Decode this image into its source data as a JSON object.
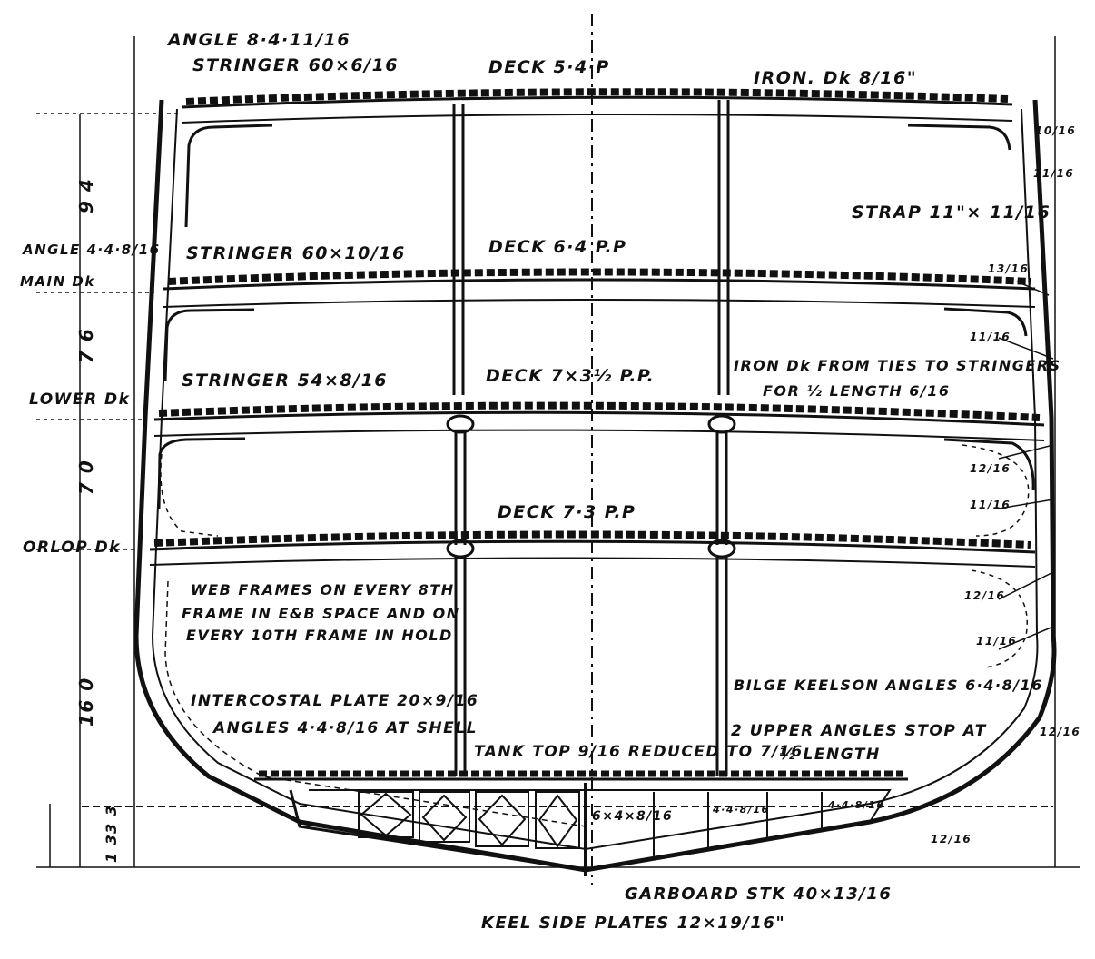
{
  "labels": {
    "angle_top": "ANGLE 8·4·11/16",
    "stringer_upper": "STRINGER 60×6/16",
    "deck_upper": "DECK 5·4·P",
    "iron_deck": "IRON. Dk 8/16\"",
    "strap": "STRAP 11\"× 11/16",
    "angle_main": "ANGLE 4·4·8/16",
    "main_deck": "MAIN Dk",
    "stringer_main": "STRINGER 60×10/16",
    "deck_main": "DECK 6·4 P.P",
    "lower_deck": "LOWER Dk",
    "stringer_lower": "STRINGER 54×8/16",
    "deck_lower": "DECK 7×3½ P.P.",
    "iron_ties_1": "IRON Dk FROM TIES TO STRINGERS",
    "iron_ties_2": "FOR ½ LENGTH 6/16",
    "orlop_deck": "ORLOP Dk",
    "deck_orlop": "DECK 7·3 P.P",
    "web_frames_1": "WEB FRAMES ON EVERY 8TH",
    "web_frames_2": "FRAME IN E&B SPACE AND ON",
    "web_frames_3": "EVERY 10TH FRAME IN HOLD",
    "intercostal_1": "INTERCOSTAL PLATE 20×9/16",
    "intercostal_2": "ANGLES 4·4·8/16 AT SHELL",
    "bilge_keelson": "BILGE KEELSON ANGLES 6·4·8/16",
    "upper_angles_1": "2 UPPER ANGLES STOP AT",
    "upper_angles_2": "½ LENGTH",
    "tank_top": "TANK TOP 9/16 REDUCED TO 7/16",
    "garboard": "GARBOARD STK 40×13/16",
    "keel_side": "KEEL SIDE PLATES 12×19/16\"",
    "center_girder": "6×4×8/16",
    "floor_angle_1": "4·4·8/16",
    "floor_angle_2": "4·4·8/16"
  },
  "dimensions": {
    "tween_upper": "9 4",
    "tween_main": "7 6",
    "tween_lower": "7 0",
    "hold": "16 0",
    "double_bottom": "3 3",
    "rise_of_floor": "1 3"
  },
  "plate_thickness": {
    "t1": "10/16",
    "t2": "11/16",
    "t3": "13/16",
    "t4": "11/16",
    "t5": "12/16",
    "t6": "11/16",
    "t7": "12/16",
    "t8": "11/16",
    "t9": "12/16",
    "t10": "12/16"
  },
  "colors": {
    "ink": "#111111",
    "paper": "#ffffff"
  }
}
